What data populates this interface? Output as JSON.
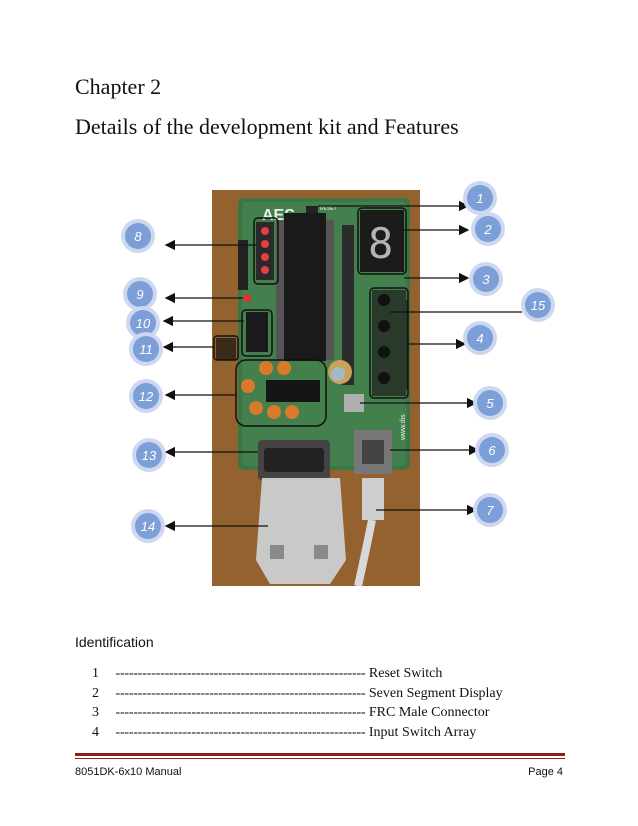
{
  "document": {
    "chapter": "Chapter 2",
    "title": "Details of the development kit and Features",
    "identification_heading": "Identification",
    "identification": [
      {
        "num": "1",
        "dashes": "--------------------------------------------------------",
        "label": "Reset Switch"
      },
      {
        "num": "2",
        "dashes": "--------------------------------------------------------",
        "label": "Seven Segment Display"
      },
      {
        "num": "3",
        "dashes": "--------------------------------------------------------",
        "label": "FRC Male Connector"
      },
      {
        "num": "4",
        "dashes": "--------------------------------------------------------",
        "label": "Input Switch Array"
      }
    ],
    "footer_left": "8051DK-6x10 Manual",
    "footer_right": "Page 4"
  },
  "figure": {
    "board_brand": "AES",
    "board_label": "RESET",
    "board_url": "www.dis",
    "display_digit": "8",
    "callouts": [
      "1",
      "2",
      "3",
      "4",
      "5",
      "6",
      "7",
      "8",
      "9",
      "10",
      "11",
      "12",
      "13",
      "14",
      "15"
    ],
    "badge_color": "#7b9fd6",
    "badge_ring": "#cdd8f0"
  }
}
